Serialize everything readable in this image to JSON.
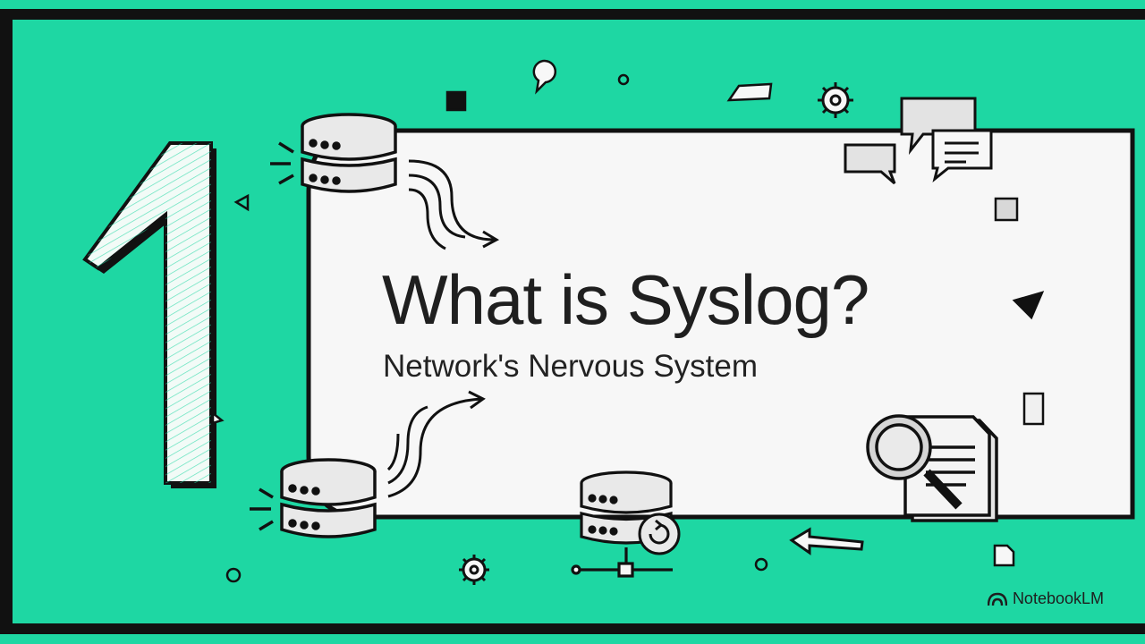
{
  "slide": {
    "number": "1",
    "title": "What is Syslog?",
    "subtitle": "Network's Nervous System"
  },
  "branding": {
    "name": "NotebookLM"
  },
  "icons": [
    "server-stack-icon",
    "data-flow-arrow-icon",
    "chat-bubbles-icon",
    "gear-icon",
    "magnifying-glass-document-icon",
    "network-node-icon",
    "refresh-icon",
    "arrow-left-icon"
  ],
  "colors": {
    "background": "#1ed7a3",
    "panel": "#f7f7f7",
    "border": "#111111"
  }
}
